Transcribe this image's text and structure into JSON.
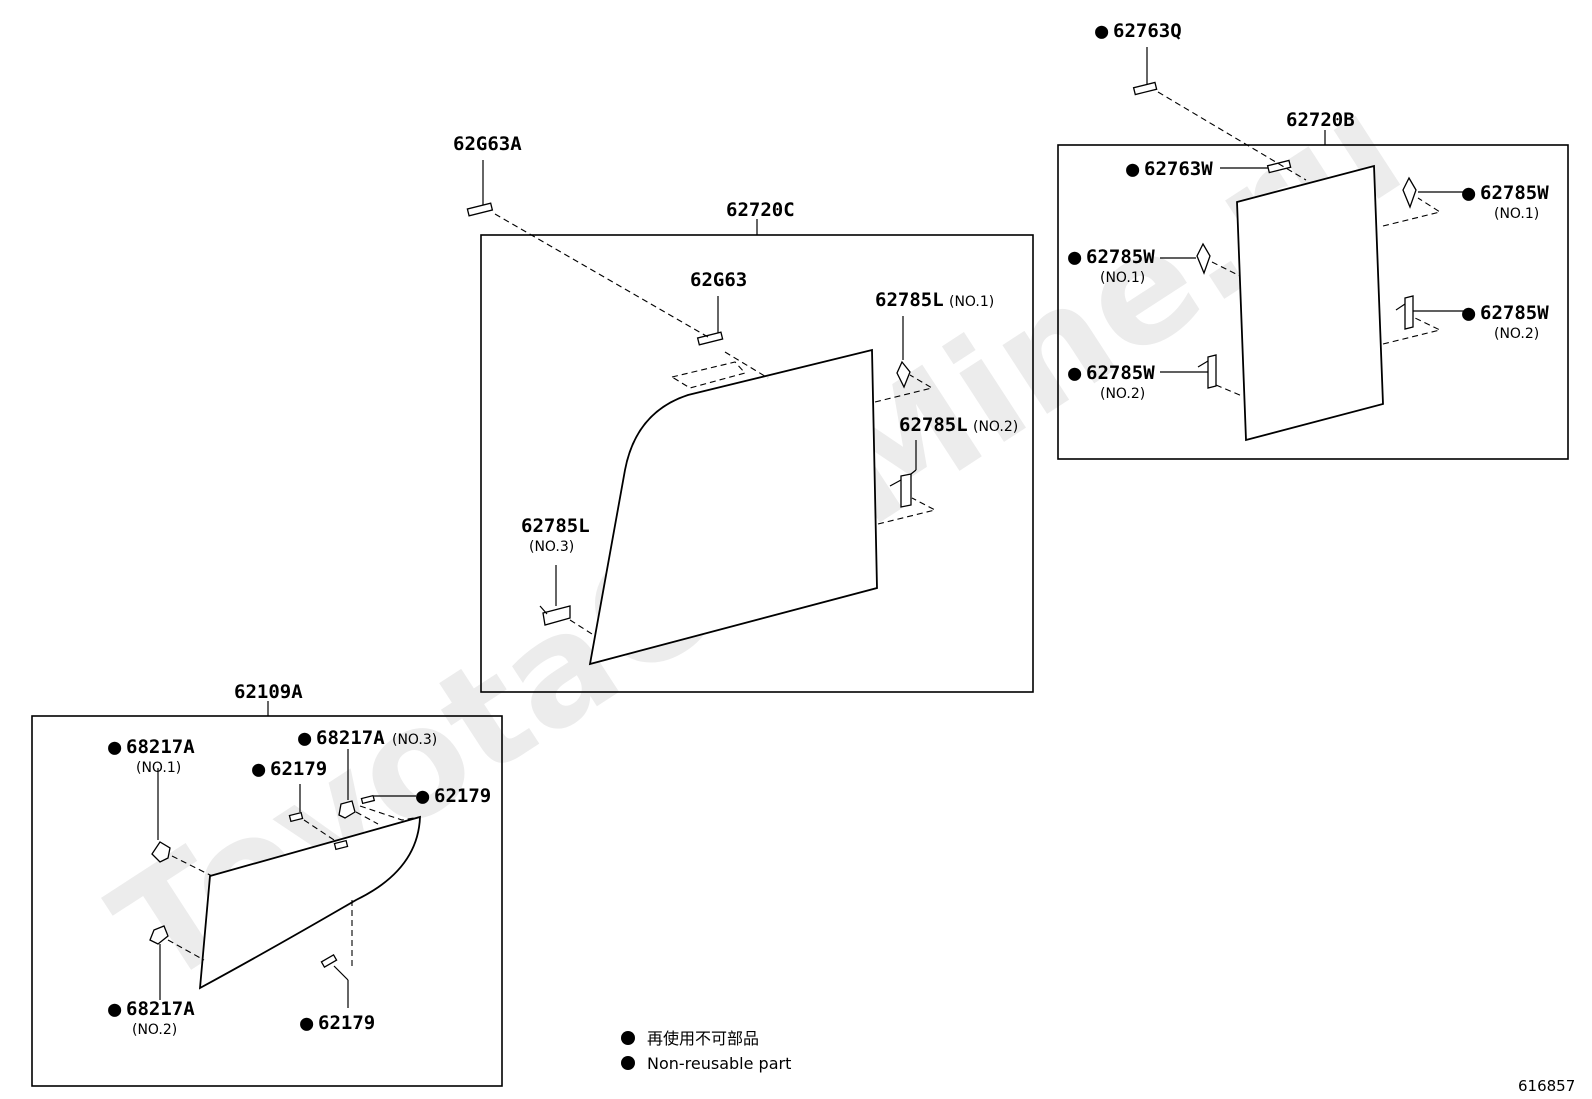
{
  "diagram": {
    "watermark": "ToyotaCarMine.ru",
    "doc_id": "616857",
    "legend": {
      "lines": [
        "再使用不可部品",
        "Non-reusable part"
      ],
      "marker": "filled-circle"
    },
    "assemblies": [
      {
        "id": "62720C",
        "label": "62720C",
        "parts": [
          {
            "label": "62G63",
            "sub": "",
            "nonreusable": false
          },
          {
            "label": "62785L",
            "sub": "(NO.1)",
            "nonreusable": false
          },
          {
            "label": "62785L",
            "sub": "(NO.2)",
            "nonreusable": false
          },
          {
            "label": "62785L",
            "sub": "(NO.3)",
            "nonreusable": false
          }
        ]
      },
      {
        "id": "62720B",
        "label": "62720B",
        "parts": [
          {
            "label": "62763W",
            "sub": "",
            "nonreusable": true
          },
          {
            "label": "62785W",
            "sub": "(NO.1)",
            "nonreusable": true
          },
          {
            "label": "62785W",
            "sub": "(NO.1)",
            "nonreusable": true
          },
          {
            "label": "62785W",
            "sub": "(NO.2)",
            "nonreusable": true
          },
          {
            "label": "62785W",
            "sub": "(NO.2)",
            "nonreusable": true
          }
        ]
      },
      {
        "id": "62109A",
        "label": "62109A",
        "parts": [
          {
            "label": "68217A",
            "sub": "(NO.1)",
            "nonreusable": true
          },
          {
            "label": "68217A",
            "sub": "(NO.3)",
            "nonreusable": true
          },
          {
            "label": "62179",
            "sub": "",
            "nonreusable": true
          },
          {
            "label": "62179",
            "sub": "",
            "nonreusable": true
          },
          {
            "label": "68217A",
            "sub": "(NO.2)",
            "nonreusable": true
          },
          {
            "label": "62179",
            "sub": "",
            "nonreusable": true
          }
        ]
      }
    ],
    "loose_parts": [
      {
        "label": "62G63A",
        "nonreusable": false
      },
      {
        "label": "62763Q",
        "nonreusable": true
      }
    ]
  }
}
